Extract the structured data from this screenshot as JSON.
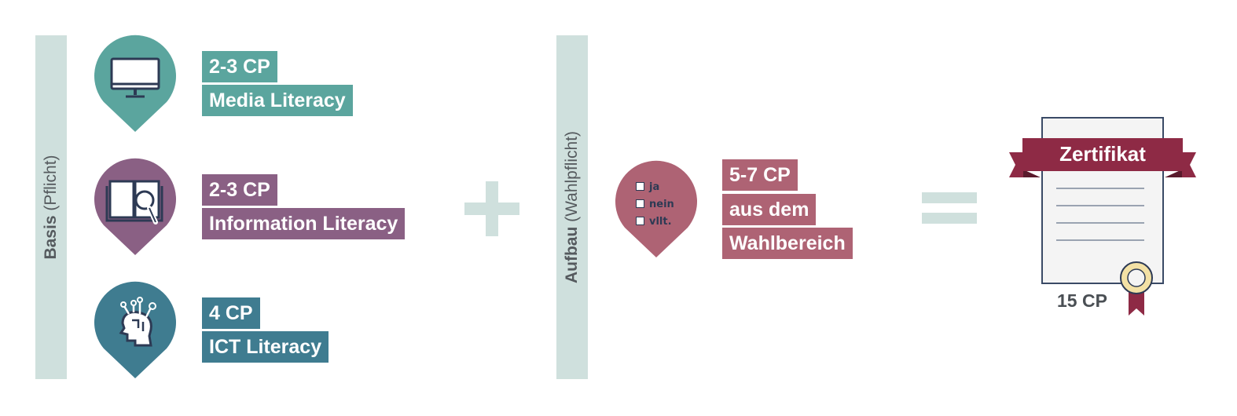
{
  "colors": {
    "bar": "#cfe0dd",
    "teal": "#5ba59e",
    "purple": "#8a6084",
    "blue": "#3f7c90",
    "rose": "#ae6374",
    "certificate_ribbon": "#8e2a45"
  },
  "basis": {
    "label_bold": "Basis",
    "label_paren": "(Pflicht)",
    "modules": [
      {
        "cp": "2-3 CP",
        "name": "Media Literacy",
        "icon": "monitor-icon"
      },
      {
        "cp": "2-3 CP",
        "name": "Information Literacy",
        "icon": "book-magnifier-icon"
      },
      {
        "cp": "4 CP",
        "name": "ICT Literacy",
        "icon": "head-circuit-icon"
      }
    ]
  },
  "operator_plus": "+",
  "aufbau": {
    "label_bold": "Aufbau",
    "label_paren": "(Wahlpflicht)",
    "icon": "checklist-icon",
    "options": [
      "ja",
      "nein",
      "vllt."
    ],
    "cp": "5-7 CP",
    "line1": "aus dem",
    "line2": "Wahlbereich"
  },
  "operator_equals": "=",
  "certificate": {
    "title": "Zertifikat",
    "cp": "15 CP",
    "icon": "certificate-icon"
  }
}
